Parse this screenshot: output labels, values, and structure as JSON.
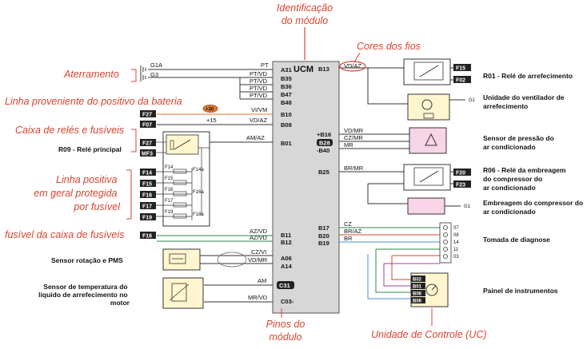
{
  "module": {
    "name": "UCM",
    "left_pins": [
      "A31",
      "B35",
      "B36",
      "B47",
      "B48",
      "B10",
      "B08",
      "B01",
      "B11",
      "B12",
      "A06",
      "A14",
      "C31",
      "C03-"
    ],
    "right_pins": [
      "B13",
      "+B16",
      "B28",
      "-B40",
      "B25",
      "B17",
      "B20",
      "B19"
    ]
  },
  "wires_left": [
    "PT",
    "PT/VD",
    "PT/VD",
    "PT/VD",
    "PT/VD",
    "VI/VM",
    "VD/AZ",
    "AM/AZ",
    "AZ/VD",
    "AZ/VD",
    "CZ/VI",
    "VD/MR",
    "AM",
    "MR/VD"
  ],
  "wires_right": [
    "VD/MR",
    "CZ/MR",
    "MR",
    "BR/MR",
    "CZ",
    "BR/AZ",
    "BR"
  ],
  "wire_top_right": "VD/AZ",
  "plus15": "+15",
  "ground_labels": [
    "G1A",
    "G3",
    "G1",
    "G1"
  ],
  "fuses_left": [
    "F27",
    "F07",
    "F27",
    "MF3",
    "F14",
    "F15",
    "F16",
    "F17",
    "F19",
    "F16"
  ],
  "fuses_left_inner": [
    "F14",
    "F14a",
    "F15",
    "F16",
    "F16a",
    "F17",
    "F19",
    "F18a"
  ],
  "fuses_right": [
    "F15",
    "F02",
    "F20",
    "F23"
  ],
  "plus30": "+30",
  "components_left": {
    "relay_main": "R09 - Relé principal",
    "rotation_sensor": "Sensor rotação e PMS",
    "temp_sensor": "Sensor de temperatura do líquido de arrefecimento no motor"
  },
  "components_right": {
    "r01": "R01 - Relé de arrefecimento",
    "fan": "Unidade do ventilador de arrefecimento",
    "pressure": "Sensor de pressão do ar condicionado",
    "r06": "R06 - Relé da embreagem do compressor do ar condicionado",
    "clutch": "Embreagem do compressor do ar condicionado",
    "diag": "Tomada de diagnose",
    "panel": "Painel de instrumentos"
  },
  "diag_pins": [
    "07",
    "08",
    "14",
    "11",
    "03"
  ],
  "panel_pins": [
    "B02",
    "B01",
    "B06",
    "B06"
  ],
  "annotations": {
    "module_id": "Identificação do módulo",
    "wire_colors": "Cores dos fios",
    "ground": "Aterramento",
    "battery_line": "Linha proveniente do positivo da bateria",
    "relay_box": "Caixa de relés e fusíveis",
    "positive_line": "Linha positiva em geral protegida por fusível",
    "fuse_box": "fusível da caixa de fusíveis",
    "module_pins": "Pinos do módulo",
    "control_unit": "Unidade de Controle (UC)"
  },
  "colors": {
    "annotation": "#d9432f",
    "module": "#d7d7d7",
    "relay_box": "#fff6cf",
    "pink": "#f7d4e6"
  }
}
